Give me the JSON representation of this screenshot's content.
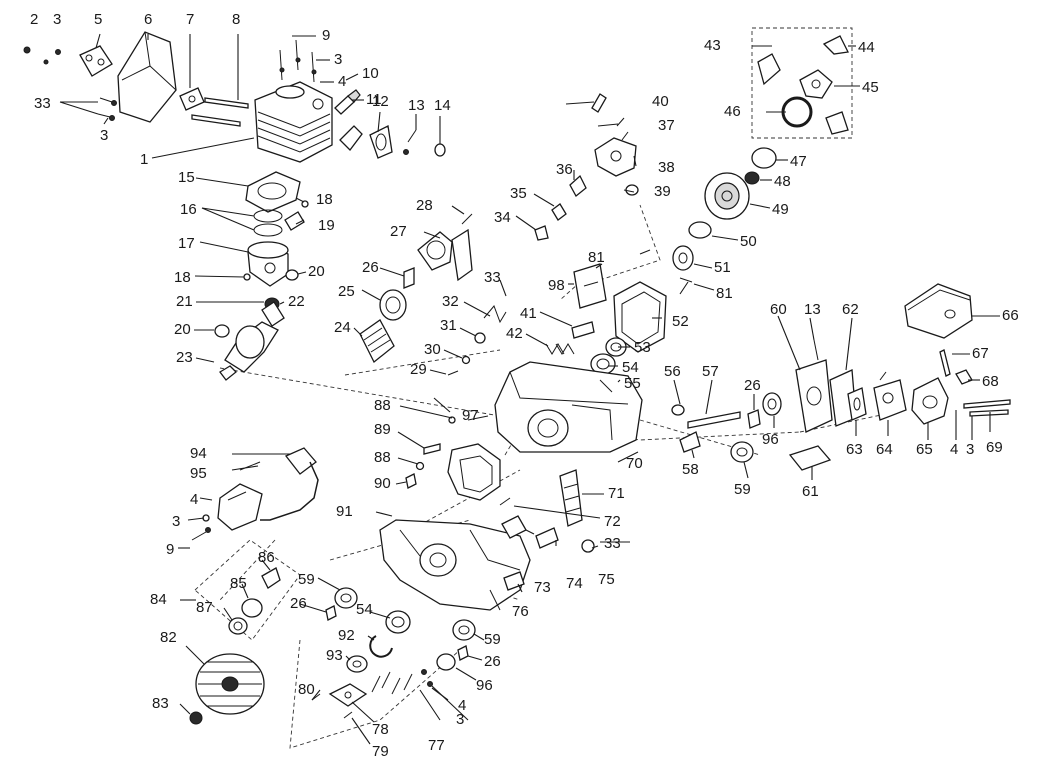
{
  "diagram": {
    "labels": {
      "l2": "2",
      "l3a": "3",
      "l3b": "3",
      "l3c": "3",
      "l3d": "3",
      "l3e": "3",
      "l3f": "3",
      "l4a": "4",
      "l4b": "4",
      "l4c": "4",
      "l4d": "4",
      "l5": "5",
      "l6": "6",
      "l7": "7",
      "l8": "8",
      "l9a": "9",
      "l9b": "9",
      "l10": "10",
      "l11": "11",
      "l12": "12",
      "l13a": "13",
      "l13b": "13",
      "l14": "14",
      "l15": "15",
      "l16": "16",
      "l17": "17",
      "l18a": "18",
      "l18b": "18",
      "l19": "19",
      "l20a": "20",
      "l20b": "20",
      "l21": "21",
      "l22": "22",
      "l23": "23",
      "l24": "24",
      "l25": "25",
      "l26a": "26",
      "l26b": "26",
      "l26c": "26",
      "l26d": "26",
      "l27": "27",
      "l28": "28",
      "l29": "29",
      "l30": "30",
      "l31": "31",
      "l32": "32",
      "l33a": "33",
      "l33b": "33",
      "l33c": "33",
      "l34": "34",
      "l35": "35",
      "l36": "36",
      "l37": "37",
      "l38": "38",
      "l39": "39",
      "l40": "40",
      "l41": "41",
      "l42": "42",
      "l43": "43",
      "l44": "44",
      "l45": "45",
      "l46": "46",
      "l47": "47",
      "l48": "48",
      "l49": "49",
      "l50": "50",
      "l51": "51",
      "l52": "52",
      "l53": "53",
      "l54a": "54",
      "l54b": "54",
      "l55": "55",
      "l56": "56",
      "l57": "57",
      "l58": "58",
      "l59a": "59",
      "l59b": "59",
      "l59c": "59",
      "l60": "60",
      "l61": "61",
      "l62": "62",
      "l63": "63",
      "l64": "64",
      "l65": "65",
      "l66": "66",
      "l67": "67",
      "l68": "68",
      "l69": "69",
      "l70": "70",
      "l71": "71",
      "l72": "72",
      "l73": "73",
      "l74": "74",
      "l75": "75",
      "l76": "76",
      "l77": "77",
      "l78": "78",
      "l79": "79",
      "l80": "80",
      "l81a": "81",
      "l81b": "81",
      "l82": "82",
      "l83": "83",
      "l84": "84",
      "l85": "85",
      "l86": "86",
      "l87": "87",
      "l88a": "88",
      "l88b": "88",
      "l89": "89",
      "l90": "90",
      "l91": "91",
      "l92": "92",
      "l93": "93",
      "l94": "94",
      "l95": "95",
      "l96a": "96",
      "l96b": "96",
      "l97": "97",
      "l98": "98",
      "l1": "1"
    }
  }
}
